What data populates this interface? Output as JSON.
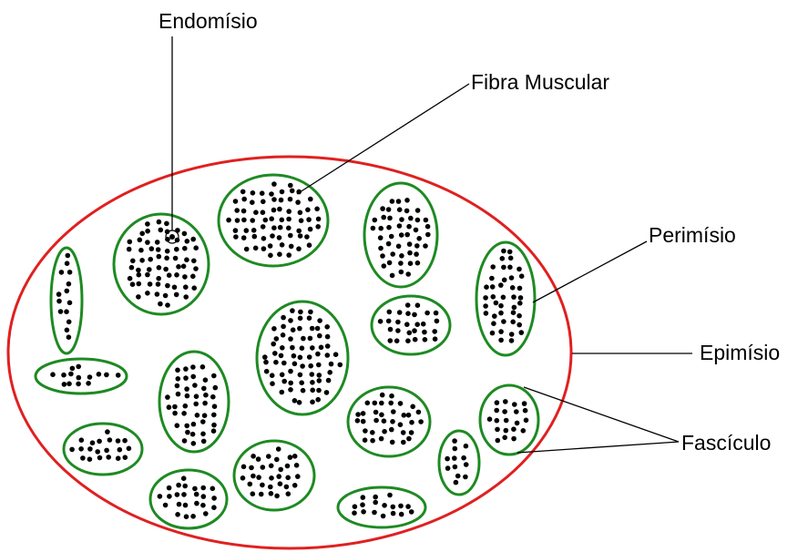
{
  "labels": {
    "endomisio": "Endomísio",
    "fibra_muscular": "Fibra Muscular",
    "perimisio": "Perimísio",
    "epimisio": "Epimísio",
    "fasciculo": "Fascículo"
  },
  "colors": {
    "epimisio": "#e02020",
    "perimisio": "#1e8a22",
    "fibra": "#000000",
    "leader_line": "#000000",
    "background": "#ffffff"
  }
}
